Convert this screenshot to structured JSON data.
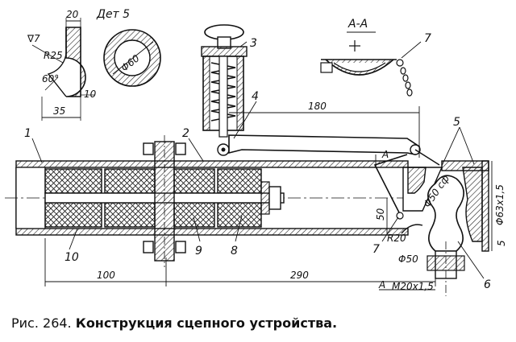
{
  "caption": {
    "prefix": "Рис. 264.",
    "title": "Конструкция сцепного устройства."
  },
  "detail": {
    "title": "Дет 5",
    "dim_20": "20",
    "dim_r25": "R25",
    "dim_60deg": "60°",
    "dim_10": "10",
    "dim_35": "35",
    "dim_phi60": "Φ60",
    "finish_mark": "∇7"
  },
  "section": {
    "title": "А-А"
  },
  "part_labels": [
    "1",
    "2",
    "3",
    "4",
    "5",
    "6",
    "7",
    "7",
    "8",
    "9",
    "10"
  ],
  "dimensions": {
    "d180": "180",
    "d100": "100",
    "d290": "290",
    "d50v": "50",
    "r20": "R20",
    "phi50": "Φ50",
    "phi50sf": "Φ50 сф",
    "phi63": "Φ63х1,5",
    "m20": "М20х1,5",
    "d5": "5",
    "section_a": "А"
  }
}
